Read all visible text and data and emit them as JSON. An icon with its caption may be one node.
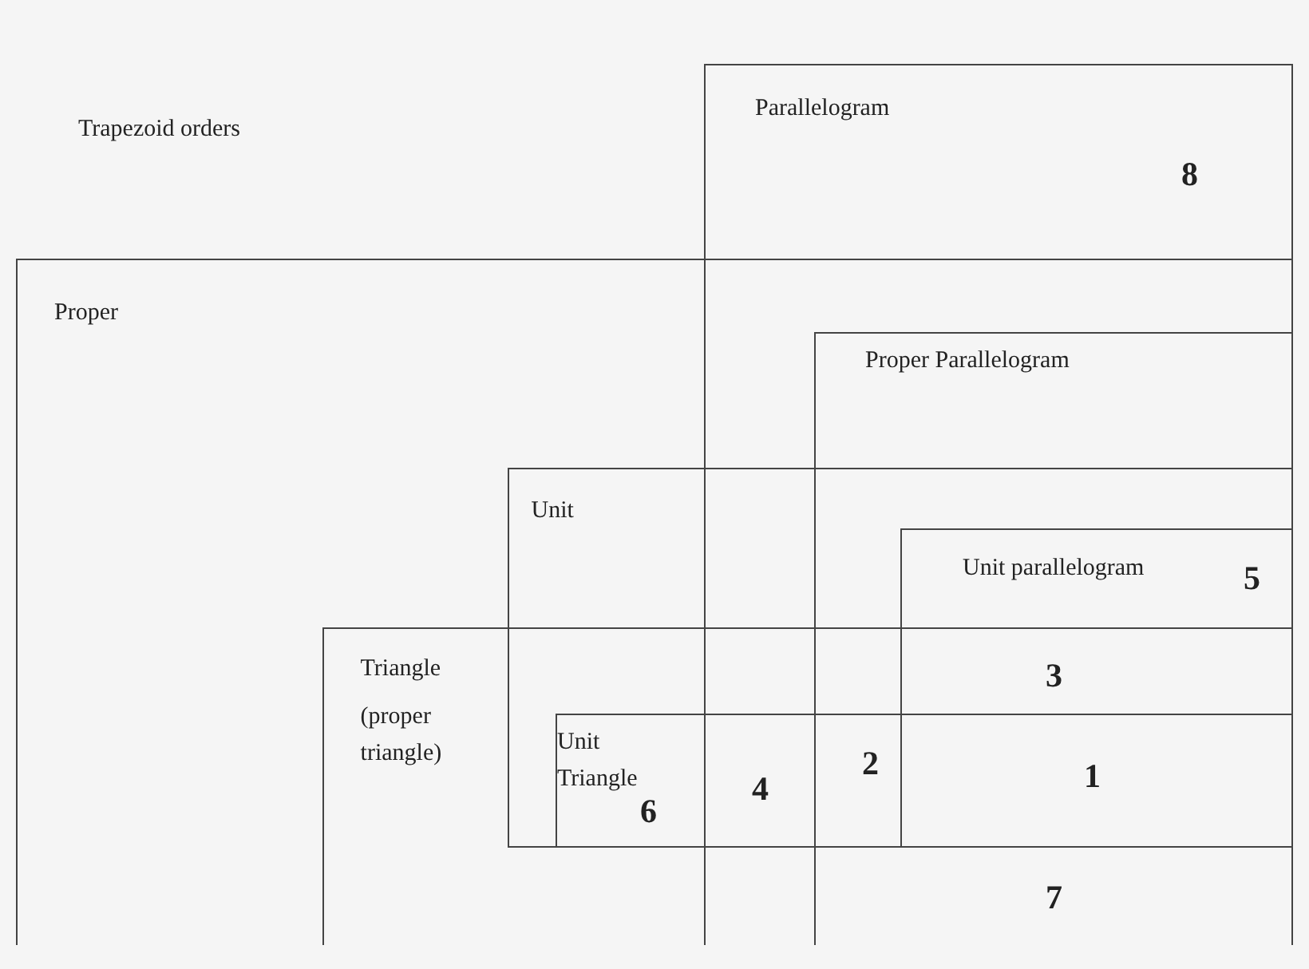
{
  "diagram": {
    "nodes": [
      {
        "text": [
          "Parallelogram"
        ]
      },
      {
        "text": [
          "Proper"
        ]
      },
      {
        "text": [
          "Proper Parallelogram"
        ]
      },
      {
        "text": [
          "Unit"
        ],
        "in": 1
      },
      {
        "text": [
          "Unit parallelogram"
        ]
      },
      {
        "text": [
          "Triangle",
          "(proper triangle)"
        ],
        "in": 1
      },
      {
        "text": [
          "Unit Triangle"
        ]
      }
    ],
    "labels": [
      "Trapezoid orders",
      "8",
      "5",
      "3",
      "2",
      "1",
      "4",
      "6",
      "7"
    ]
  }
}
